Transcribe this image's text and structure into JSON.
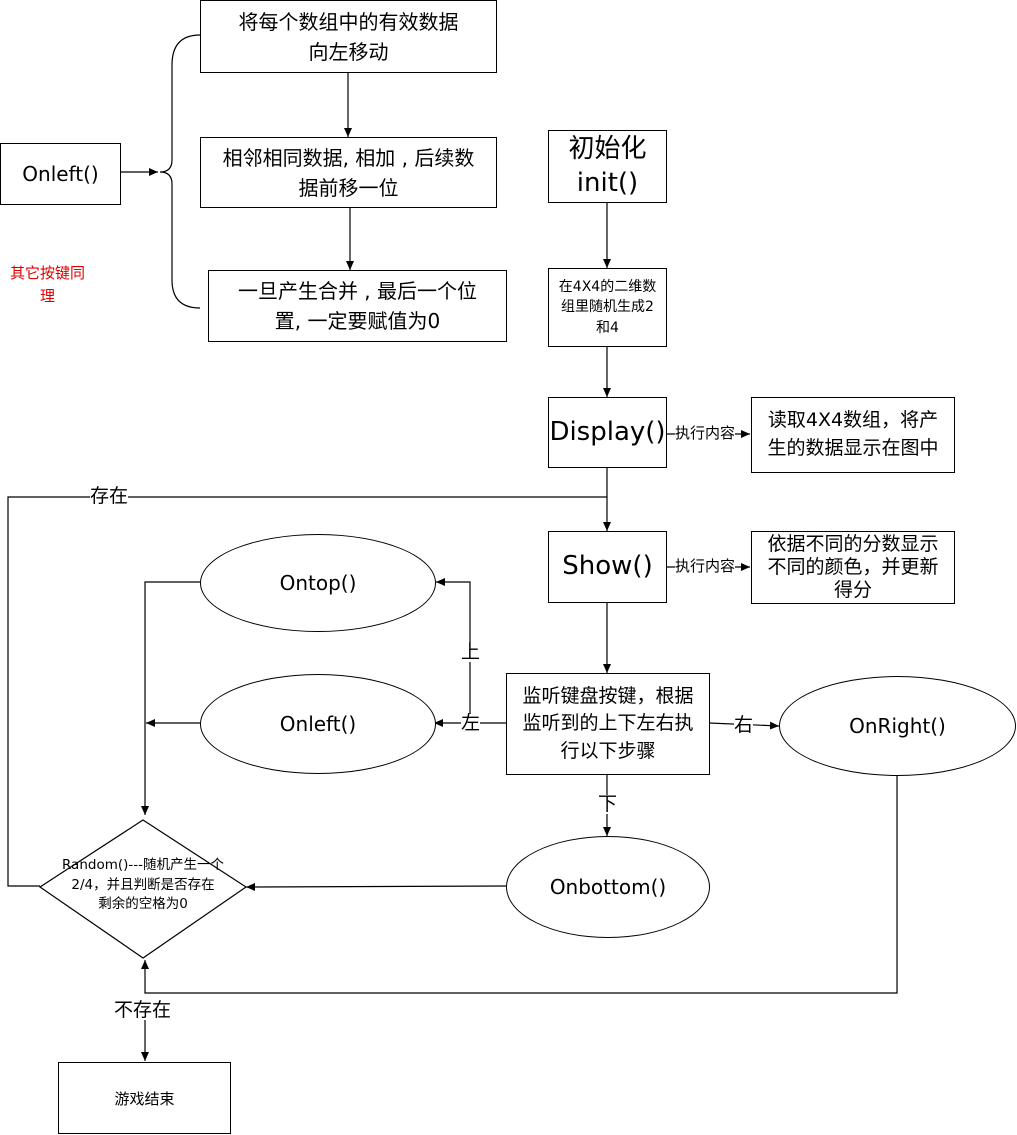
{
  "boxes": {
    "move_left": "将每个数组中的有效数据\n向左移动",
    "merge": "相邻相同数据, 相加 , 后续数\n据前移一位",
    "assign_zero": "一旦产生合并 , 最后一个位\n置, 一定要赋值为0",
    "onleft_func": "Onleft()",
    "init": "初始化\ninit()",
    "gen_random": "在4X4的二维数\n组里随机生成2\n和4",
    "display": "Display()",
    "display_desc": "读取4X4数组，将产\n生的数据显示在图中",
    "show": "Show()",
    "show_desc": "依据不同的分数显示\n不同的颜色，并更新\n得分",
    "listen": "监听键盘按键，根据\n监听到的上下左右执\n行以下步骤",
    "game_over": "游戏结束"
  },
  "ellipses": {
    "ontop": "Ontop()",
    "onleft": "Onleft()",
    "onright": "OnRight()",
    "onbottom": "Onbottom()"
  },
  "decision": {
    "random_check": "Random()---随机产生一个\n2/4，并且判断是否存在\n剩余的空格为0"
  },
  "labels": {
    "other_keys": "其它按键同\n理",
    "exec_content_1": "执行内容",
    "exec_content_2": "执行内容",
    "exists": "存在",
    "not_exists": "不存在",
    "up": "上",
    "left": "左",
    "right": "右",
    "down": "下"
  },
  "colors": {
    "line": "#000000",
    "note": "#e00000"
  }
}
